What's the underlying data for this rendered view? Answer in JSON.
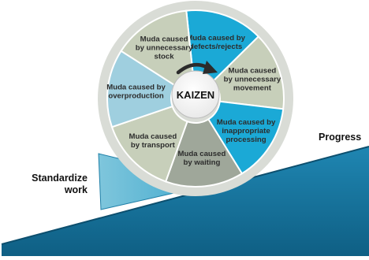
{
  "colors": {
    "cyan": "#1ba9d6",
    "ramp_dark": "#146f97",
    "ramp_edge": "#0d4f6e",
    "wedge_fill": "#54b6d3",
    "segment_light_blue": "#9fcfdf",
    "segment_sage": "#c7cfba",
    "segment_gray": "#9fa79a",
    "text": "#2c2c2c"
  },
  "diagram": {
    "center_label": "KAIZEN",
    "segments": [
      {
        "lines": [
          "Muda caused by",
          "defects/rejects"
        ],
        "color": "cyan"
      },
      {
        "lines": [
          "Muda caused",
          "by unnecessary",
          "movement"
        ],
        "color": "segment_sage"
      },
      {
        "lines": [
          "Muda caused by",
          "inappropriate",
          "processing"
        ],
        "color": "cyan"
      },
      {
        "lines": [
          "Muda caused",
          "by waiting"
        ],
        "color": "segment_gray"
      },
      {
        "lines": [
          "Muda caused",
          "by transport"
        ],
        "color": "segment_sage"
      },
      {
        "lines": [
          "Muda caused by",
          "overproduction"
        ],
        "color": "segment_light_blue"
      },
      {
        "lines": [
          "Muda caused",
          "by unnecessary",
          "stock"
        ],
        "color": "segment_sage"
      }
    ],
    "labels": {
      "progress": "Progress",
      "standardize": [
        "Standardize",
        "work"
      ]
    }
  }
}
